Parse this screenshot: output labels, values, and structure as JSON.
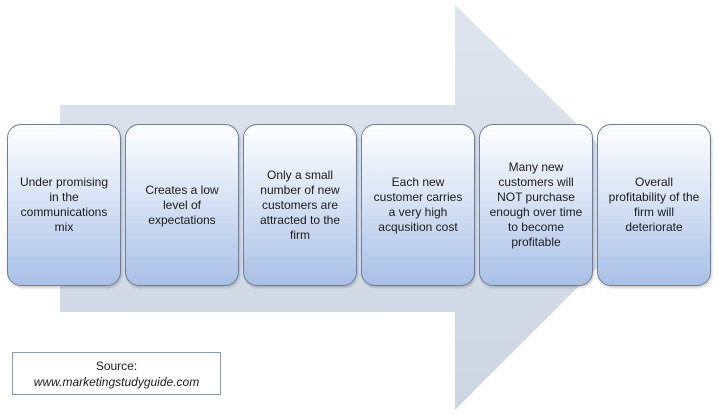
{
  "colors": {
    "arrow_fill": "#d3dbe7",
    "box_border": "#6b7f9e",
    "box_gradient_top": "#ffffff",
    "box_gradient_bottom": "#a9c0e6"
  },
  "steps": [
    {
      "label": "Under promising in the communications mix"
    },
    {
      "label": "Creates a low level of expectations"
    },
    {
      "label": "Only a small number of new customers are attracted to the firm"
    },
    {
      "label": "Each new customer carries a very high acqusition cost"
    },
    {
      "label": "Many new customers will NOT purchase enough over time to become profitable"
    },
    {
      "label": "Overall profitability of the firm will deteriorate"
    }
  ],
  "source": {
    "label": "Source:",
    "url": "www.marketingstudyguide.com"
  }
}
